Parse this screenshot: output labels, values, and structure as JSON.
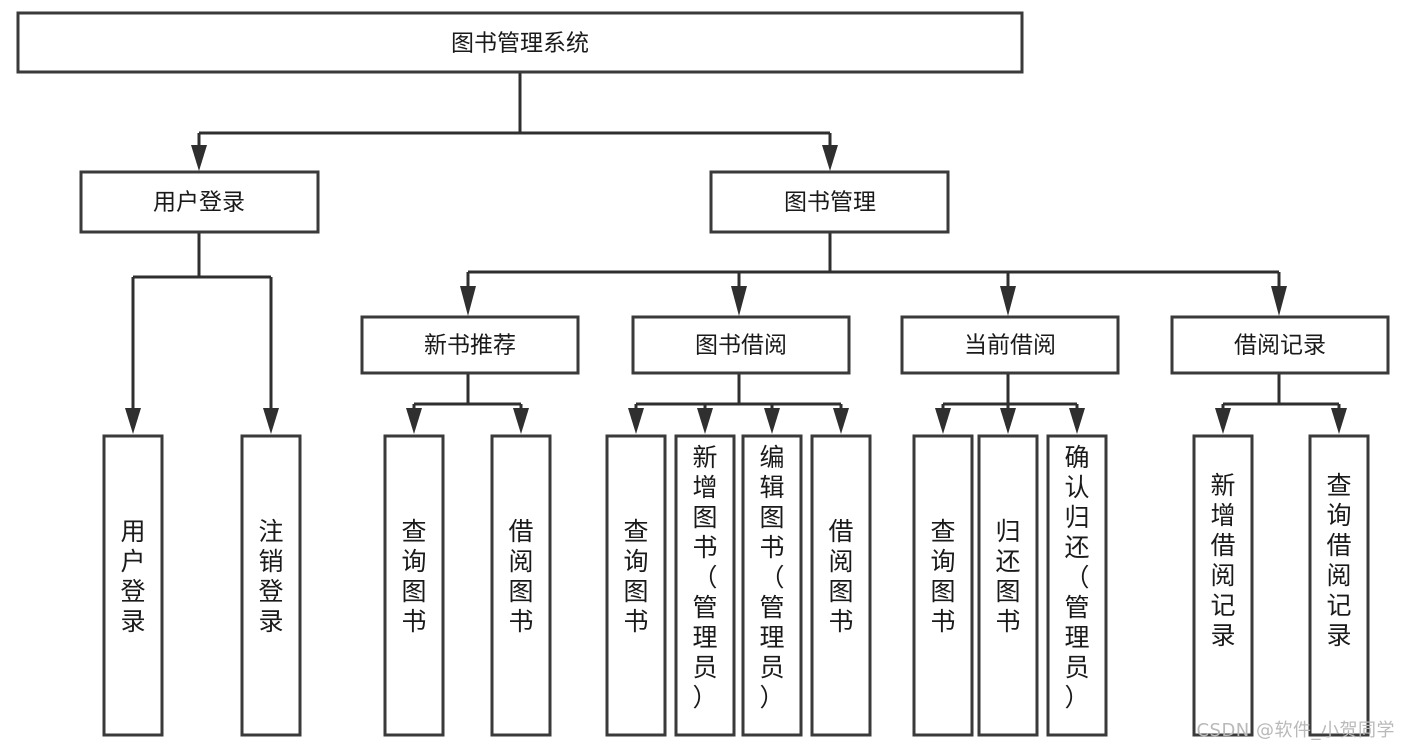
{
  "diagram": {
    "type": "tree",
    "title": "图书管理系统",
    "watermark": "CSDN @软件_小贺同学",
    "colors": {
      "box_stroke": "#3a3a3a",
      "box_fill": "#ffffff",
      "connector": "#2f2f2f",
      "text": "#1a1a1a",
      "watermark": "#b9b9b9"
    },
    "nodes": {
      "root": {
        "label": "图书管理系统",
        "level": 1,
        "orientation": "horizontal"
      },
      "user_login": {
        "label": "用户登录",
        "level": 2,
        "orientation": "horizontal"
      },
      "book_manage": {
        "label": "图书管理",
        "level": 2,
        "orientation": "horizontal"
      },
      "new_book_rec": {
        "label": "新书推荐",
        "level": 3,
        "orientation": "horizontal"
      },
      "book_borrow": {
        "label": "图书借阅",
        "level": 3,
        "orientation": "horizontal"
      },
      "current_borrow": {
        "label": "当前借阅",
        "level": 3,
        "orientation": "horizontal"
      },
      "borrow_record": {
        "label": "借阅记录",
        "level": 3,
        "orientation": "horizontal"
      },
      "leaf_user_login": {
        "label": "用户登录",
        "level": 4,
        "orientation": "vertical"
      },
      "leaf_logout": {
        "label": "注销登录",
        "level": 4,
        "orientation": "vertical"
      },
      "leaf_rec_query": {
        "label": "查询图书",
        "level": 4,
        "orientation": "vertical"
      },
      "leaf_rec_borrow": {
        "label": "借阅图书",
        "level": 4,
        "orientation": "vertical"
      },
      "leaf_bb_query": {
        "label": "查询图书",
        "level": 4,
        "orientation": "vertical"
      },
      "leaf_bb_add": {
        "label": "新增图书（管理员）",
        "level": 4,
        "orientation": "vertical"
      },
      "leaf_bb_edit": {
        "label": "编辑图书（管理员）",
        "level": 4,
        "orientation": "vertical"
      },
      "leaf_bb_borrow": {
        "label": "借阅图书",
        "level": 4,
        "orientation": "vertical"
      },
      "leaf_cb_query": {
        "label": "查询图书",
        "level": 4,
        "orientation": "vertical"
      },
      "leaf_cb_return": {
        "label": "归还图书",
        "level": 4,
        "orientation": "vertical"
      },
      "leaf_cb_confirm": {
        "label": "确认归还（管理员）",
        "level": 4,
        "orientation": "vertical"
      },
      "leaf_br_add": {
        "label": "新增借阅记录",
        "level": 4,
        "orientation": "vertical"
      },
      "leaf_br_query": {
        "label": "查询借阅记录",
        "level": 4,
        "orientation": "vertical"
      }
    },
    "edges": [
      {
        "from": "root",
        "to": "user_login"
      },
      {
        "from": "root",
        "to": "book_manage"
      },
      {
        "from": "user_login",
        "to": "leaf_user_login"
      },
      {
        "from": "user_login",
        "to": "leaf_logout"
      },
      {
        "from": "book_manage",
        "to": "new_book_rec"
      },
      {
        "from": "book_manage",
        "to": "book_borrow"
      },
      {
        "from": "book_manage",
        "to": "current_borrow"
      },
      {
        "from": "book_manage",
        "to": "borrow_record"
      },
      {
        "from": "new_book_rec",
        "to": "leaf_rec_query"
      },
      {
        "from": "new_book_rec",
        "to": "leaf_rec_borrow"
      },
      {
        "from": "book_borrow",
        "to": "leaf_bb_query"
      },
      {
        "from": "book_borrow",
        "to": "leaf_bb_add"
      },
      {
        "from": "book_borrow",
        "to": "leaf_bb_edit"
      },
      {
        "from": "book_borrow",
        "to": "leaf_bb_borrow"
      },
      {
        "from": "current_borrow",
        "to": "leaf_cb_query"
      },
      {
        "from": "current_borrow",
        "to": "leaf_cb_return"
      },
      {
        "from": "current_borrow",
        "to": "leaf_cb_confirm"
      },
      {
        "from": "borrow_record",
        "to": "leaf_br_add"
      },
      {
        "from": "borrow_record",
        "to": "leaf_br_query"
      }
    ]
  }
}
